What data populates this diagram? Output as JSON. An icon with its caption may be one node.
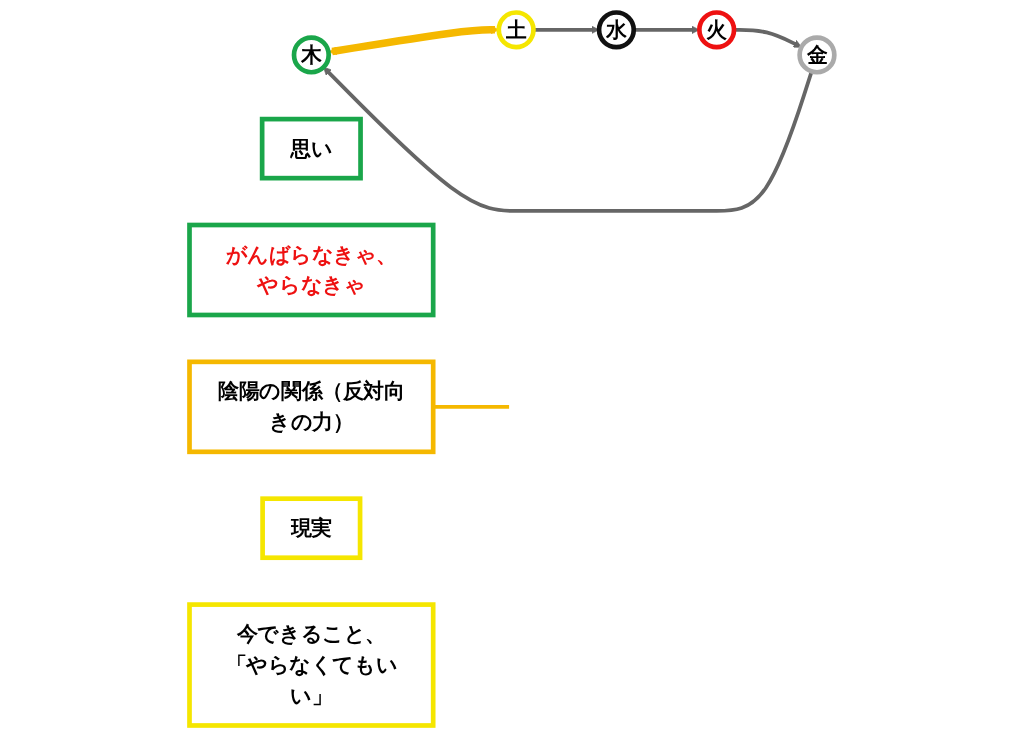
{
  "diagram": {
    "nodes": [
      {
        "text": [
          "木"
        ]
      },
      {
        "text": [
          "火"
        ]
      },
      {
        "text": [
          "土"
        ]
      },
      {
        "text": [
          "金"
        ]
      },
      {
        "text": [
          "水"
        ]
      },
      {
        "text": [
          "思い"
        ]
      },
      {
        "text": [
          "がんばらなきゃ、やらなきゃ"
        ]
      },
      {
        "text": [
          "陰陽の関係（反対向きの力）"
        ]
      },
      {
        "text": [
          "現実"
        ]
      },
      {
        "text": [
          "今できること、「やらなくてもいい」"
        ]
      }
    ],
    "edges": [
      {
        "from": 4,
        "to": 1,
        "arrow": "to"
      },
      {
        "from": 1,
        "to": 3,
        "arrow": "to"
      },
      {
        "from": 3,
        "to": 0,
        "arrow": "to"
      },
      {
        "from": 2,
        "to": 4,
        "arrow": "to"
      },
      {
        "from": 0,
        "to": 2,
        "arrow": "both",
        "style": "thick",
        "color": "#f5b800"
      },
      {
        "from": 7,
        "to": null,
        "arrow": "none",
        "color": "#f5b800"
      }
    ]
  }
}
